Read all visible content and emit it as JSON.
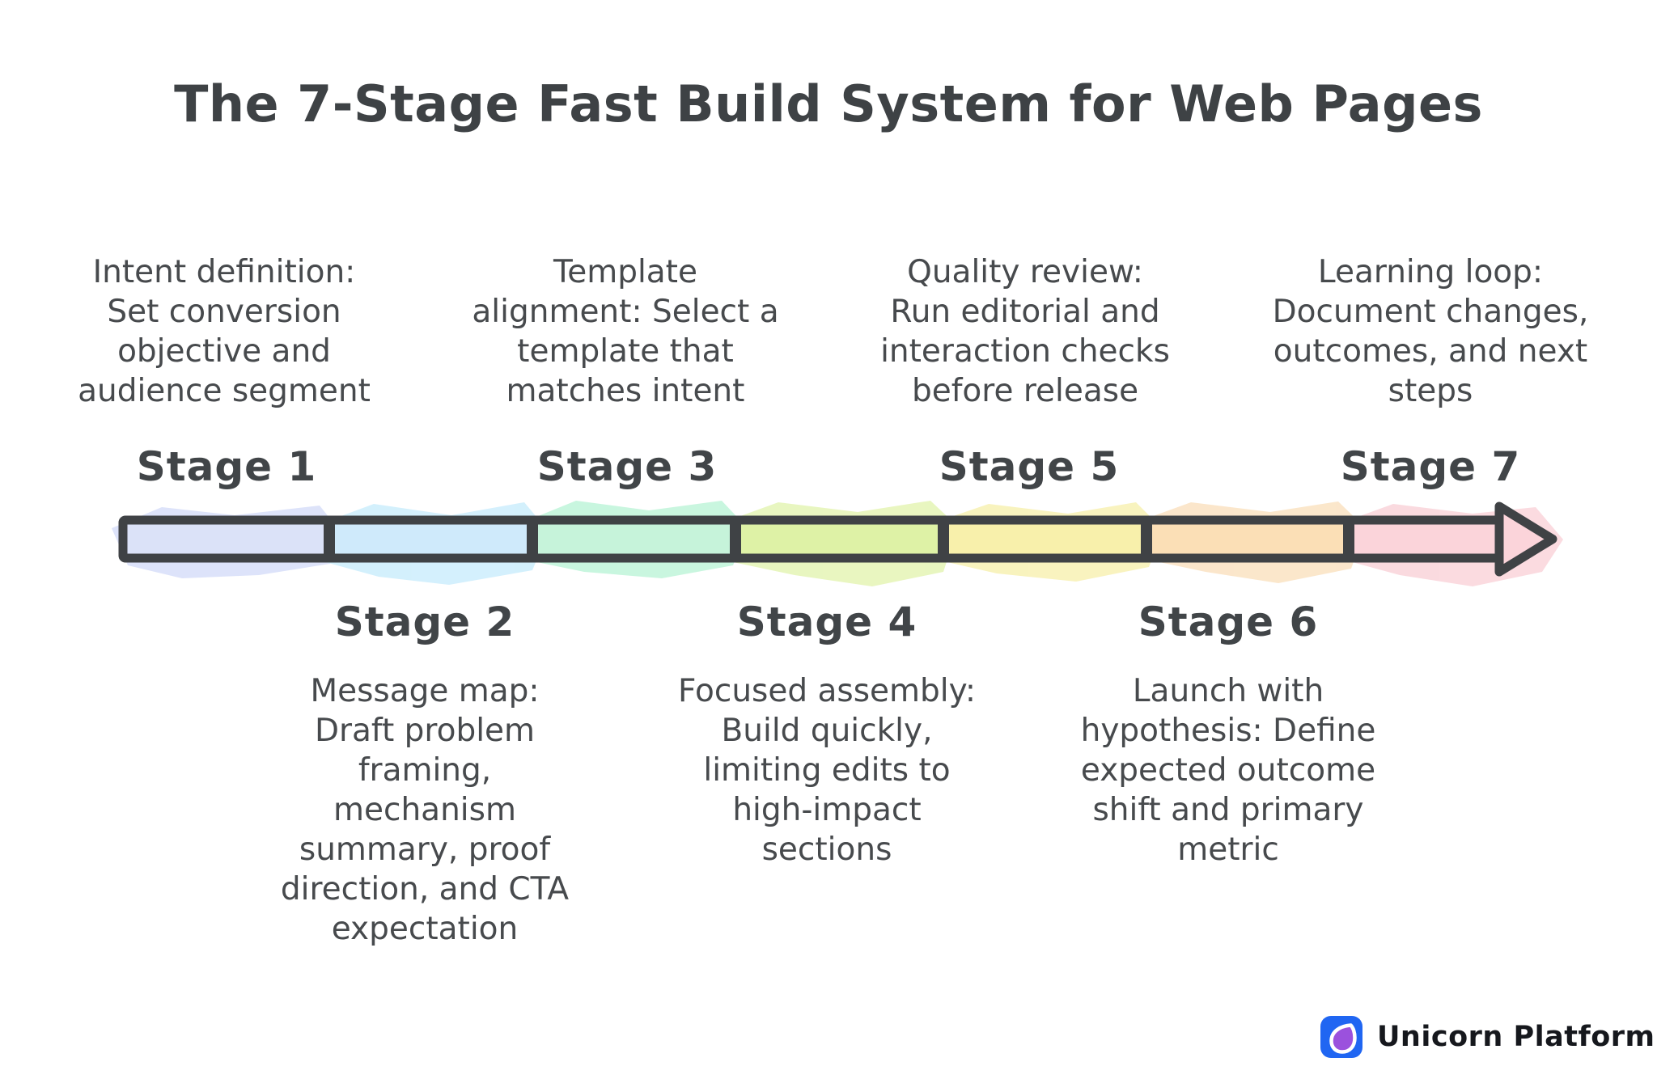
{
  "title": "The 7-Stage Fast Build System for Web Pages",
  "stages": [
    {
      "label": "Stage 1",
      "row": "above",
      "lines": [
        "Intent definition:",
        "Set conversion",
        "objective and",
        "audience segment"
      ],
      "fill": "#dbe2f8",
      "blob": "#bcc8f5"
    },
    {
      "label": "Stage 2",
      "row": "below",
      "lines": [
        "Message map:",
        "Draft problem",
        "framing,",
        "mechanism",
        "summary, proof",
        "direction, and CTA",
        "expectation"
      ],
      "fill": "#cfeafb",
      "blob": "#a9e2fb"
    },
    {
      "label": "Stage 3",
      "row": "above",
      "lines": [
        "Template",
        "alignment: Select a",
        "template that",
        "matches intent"
      ],
      "fill": "#c6f3da",
      "blob": "#93eec0"
    },
    {
      "label": "Stage 4",
      "row": "below",
      "lines": [
        "Focused assembly:",
        "Build quickly,",
        "limiting edits to",
        "high-impact",
        "sections"
      ],
      "fill": "#def2a6",
      "blob": "#d3ee82"
    },
    {
      "label": "Stage 5",
      "row": "above",
      "lines": [
        "Quality review:",
        "Run editorial and",
        "interaction checks",
        "before release"
      ],
      "fill": "#f8f0ab",
      "blob": "#f3e87f"
    },
    {
      "label": "Stage 6",
      "row": "below",
      "lines": [
        "Launch with",
        "hypothesis: Define",
        "expected outcome",
        "shift and primary",
        "metric"
      ],
      "fill": "#fbdfb6",
      "blob": "#f8cf98"
    },
    {
      "label": "Stage 7",
      "row": "above",
      "lines": [
        "Learning loop:",
        "Document changes,",
        "outcomes, and next",
        "steps"
      ],
      "fill": "#fbd4da",
      "blob": "#f7b7c1"
    }
  ],
  "arrow": {
    "stroke": "#3f4245",
    "head_fill": "#fbd4da"
  },
  "footer": {
    "brand": "Unicorn Platform",
    "logo": {
      "background": "#2066f2",
      "drop": "#9b51dd",
      "outline": "#ffffff"
    }
  }
}
